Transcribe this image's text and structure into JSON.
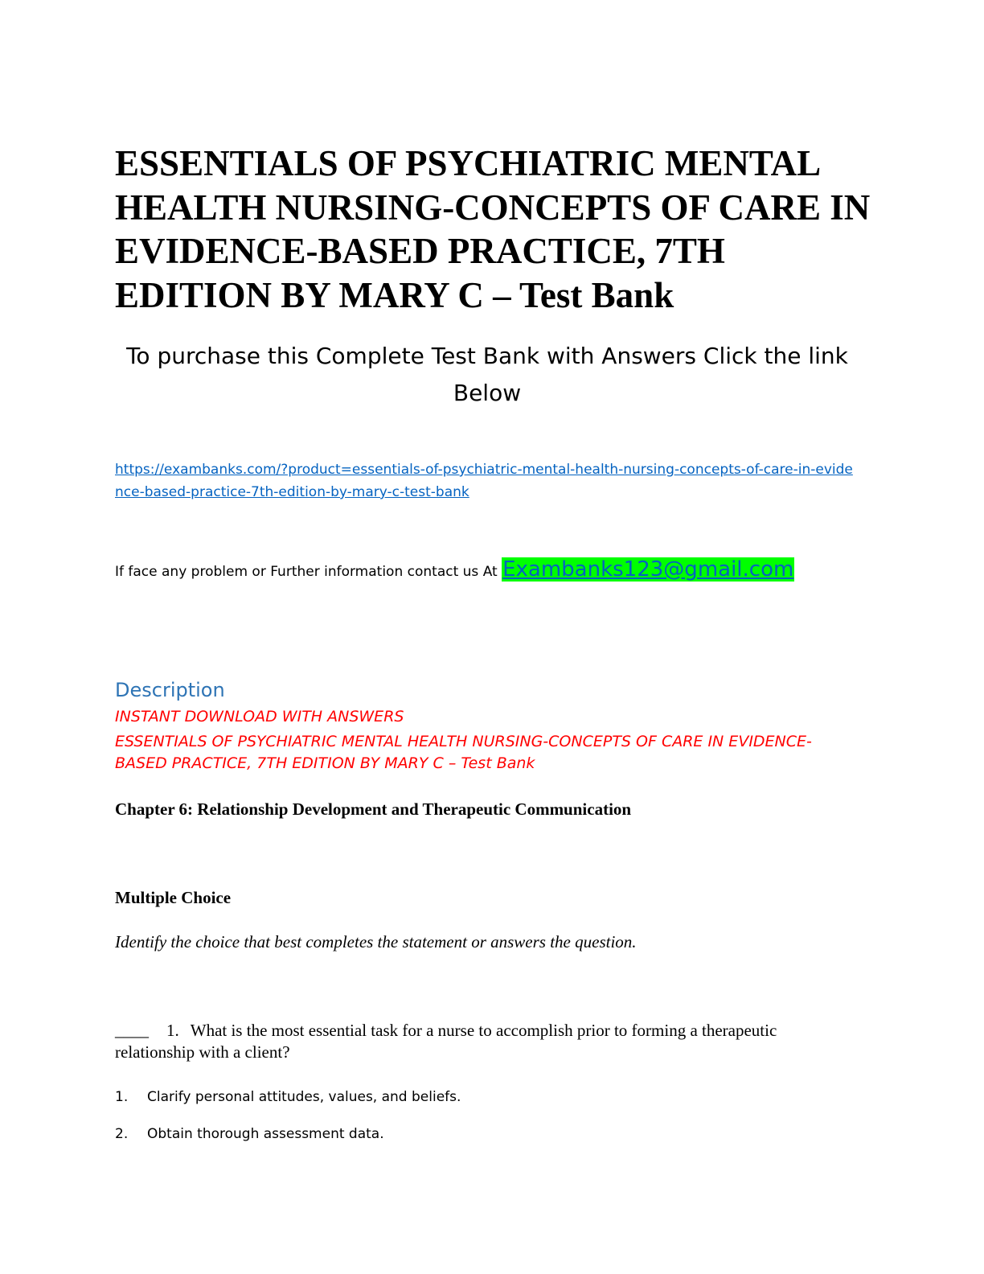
{
  "document": {
    "title": "ESSENTIALS OF PSYCHIATRIC MENTAL HEALTH NURSING-CONCEPTS OF CARE IN EVIDENCE-BASED PRACTICE, 7TH EDITION BY MARY C – Test Bank",
    "subtitle": "To purchase this Complete Test Bank with Answers Click the link Below",
    "link_url": "https://exambanks.com/?product=essentials-of-psychiatric-mental-health-nursing-concepts-of-care-in-evidence-based-practice-7th-edition-by-mary-c-test-bank",
    "contact_text": "If face any problem or Further information contact us At",
    "contact_email": "Exambanks123@gmail.com",
    "description_heading": "Description",
    "instant_download": "INSTANT DOWNLOAD WITH ANSWERS",
    "red_title": "ESSENTIALS OF PSYCHIATRIC MENTAL HEALTH NURSING-CONCEPTS OF CARE IN EVIDENCE-BASED PRACTICE, 7TH EDITION BY MARY C – Test Bank",
    "chapter": "Chapter 6: Relationship Development and Therapeutic Communication",
    "section": "Multiple Choice",
    "instruction": "Identify the choice that best completes the statement or answers the question.",
    "question": {
      "blank": "____",
      "number": "1.",
      "text": "What is the most essential task for a nurse to accomplish prior to forming a therapeutic relationship with a client?"
    },
    "options": [
      {
        "number": "1.",
        "text": "Clarify personal attitudes, values, and beliefs."
      },
      {
        "number": "2.",
        "text": "Obtain thorough assessment data."
      }
    ]
  },
  "colors": {
    "link": "#0563c1",
    "email_highlight": "#00ff00",
    "heading_blue": "#2e74b5",
    "red_text": "#ff0000"
  }
}
